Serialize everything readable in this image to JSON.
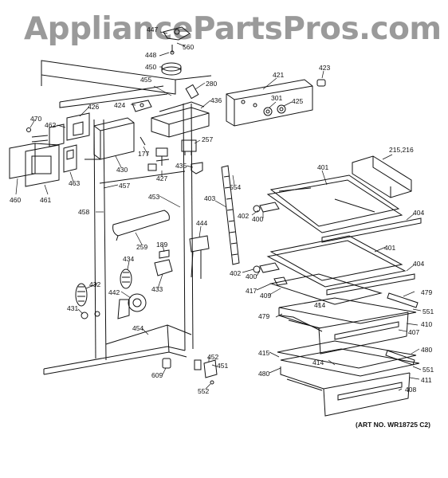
{
  "watermark": "AppliancePartsPros.com",
  "art_number": "(ART NO. WR18725 C2)",
  "callouts": [
    {
      "id": "447",
      "text": "447"
    },
    {
      "id": "560",
      "text": "560"
    },
    {
      "id": "448",
      "text": "448"
    },
    {
      "id": "450",
      "text": "450"
    },
    {
      "id": "455",
      "text": "455"
    },
    {
      "id": "280",
      "text": "280"
    },
    {
      "id": "421",
      "text": "421"
    },
    {
      "id": "423",
      "text": "423"
    },
    {
      "id": "426",
      "text": "426"
    },
    {
      "id": "424",
      "text": "424"
    },
    {
      "id": "436",
      "text": "436"
    },
    {
      "id": "301",
      "text": "301"
    },
    {
      "id": "425",
      "text": "425"
    },
    {
      "id": "470",
      "text": "470"
    },
    {
      "id": "462",
      "text": "462"
    },
    {
      "id": "257",
      "text": "257"
    },
    {
      "id": "177",
      "text": "177"
    },
    {
      "id": "215_216",
      "text": "215,216"
    },
    {
      "id": "430",
      "text": "430"
    },
    {
      "id": "463",
      "text": "463"
    },
    {
      "id": "427",
      "text": "427"
    },
    {
      "id": "435",
      "text": "435"
    },
    {
      "id": "554",
      "text": "554"
    },
    {
      "id": "460",
      "text": "460"
    },
    {
      "id": "461",
      "text": "461"
    },
    {
      "id": "457",
      "text": "457"
    },
    {
      "id": "453",
      "text": "453"
    },
    {
      "id": "403",
      "text": "403"
    },
    {
      "id": "401a",
      "text": "401"
    },
    {
      "id": "458",
      "text": "458"
    },
    {
      "id": "444",
      "text": "444"
    },
    {
      "id": "402a",
      "text": "402"
    },
    {
      "id": "400a",
      "text": "400"
    },
    {
      "id": "404a",
      "text": "404"
    },
    {
      "id": "259",
      "text": "259"
    },
    {
      "id": "189",
      "text": "189"
    },
    {
      "id": "434",
      "text": "434"
    },
    {
      "id": "401b",
      "text": "401"
    },
    {
      "id": "404b",
      "text": "404"
    },
    {
      "id": "402b",
      "text": "402"
    },
    {
      "id": "400b",
      "text": "400"
    },
    {
      "id": "432",
      "text": "432"
    },
    {
      "id": "433",
      "text": "433"
    },
    {
      "id": "417",
      "text": "417"
    },
    {
      "id": "479a",
      "text": "479"
    },
    {
      "id": "409",
      "text": "409"
    },
    {
      "id": "442",
      "text": "442"
    },
    {
      "id": "414a",
      "text": "414"
    },
    {
      "id": "431",
      "text": "431"
    },
    {
      "id": "479b",
      "text": "479"
    },
    {
      "id": "551a",
      "text": "551"
    },
    {
      "id": "410",
      "text": "410"
    },
    {
      "id": "454",
      "text": "454"
    },
    {
      "id": "407",
      "text": "407"
    },
    {
      "id": "415",
      "text": "415"
    },
    {
      "id": "480a",
      "text": "480"
    },
    {
      "id": "452",
      "text": "452"
    },
    {
      "id": "609",
      "text": "609"
    },
    {
      "id": "451",
      "text": "451"
    },
    {
      "id": "414b",
      "text": "414"
    },
    {
      "id": "551b",
      "text": "551"
    },
    {
      "id": "480b",
      "text": "480"
    },
    {
      "id": "411",
      "text": "411"
    },
    {
      "id": "552",
      "text": "552"
    },
    {
      "id": "408",
      "text": "408"
    }
  ]
}
